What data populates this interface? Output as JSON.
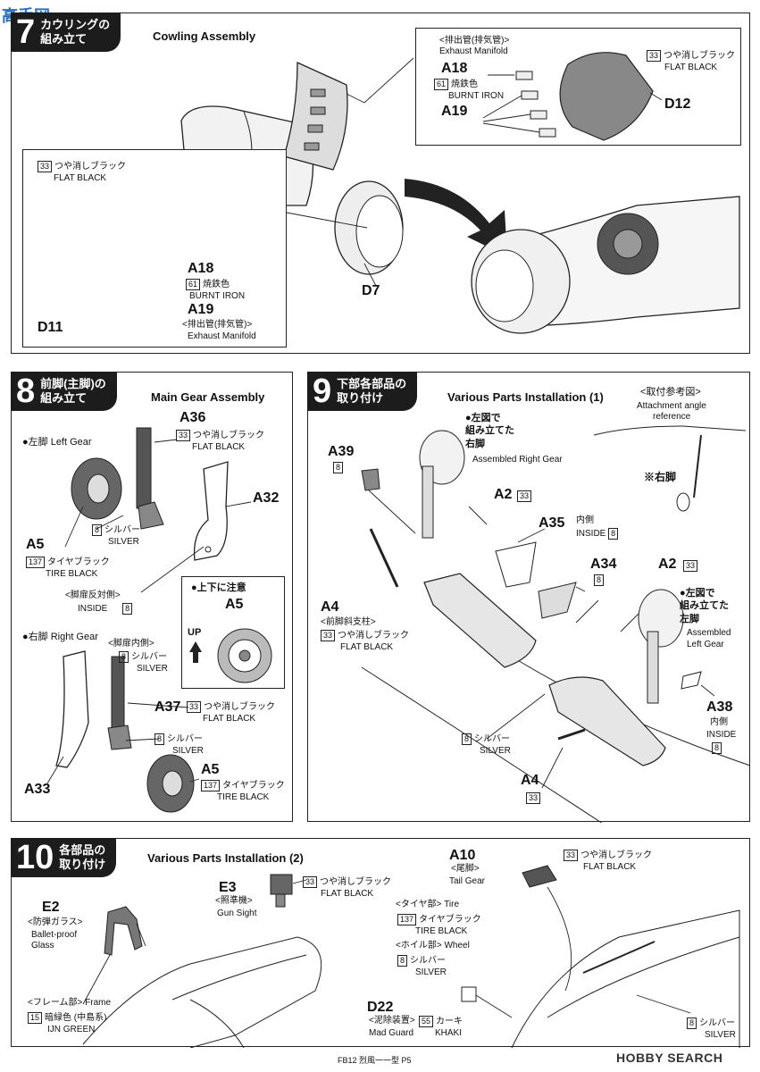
{
  "header": {
    "watermark": "高手网"
  },
  "step7": {
    "num": "7",
    "jp": [
      "カウリングの",
      "組み立て"
    ],
    "en": "Cowling Assembly",
    "right_callout": {
      "manifold_jp": "<排出管(排気管)>",
      "manifold_en": "Exhaust Manifold",
      "a18": "A18",
      "burnt_code": "61",
      "burnt_jp": "焼鉄色",
      "burnt_en": "BURNT IRON",
      "a19": "A19",
      "flat_code": "33",
      "flat_jp": "つや消しブラック",
      "flat_en": "FLAT BLACK",
      "d12": "D12"
    },
    "left_callout": {
      "flat_code": "33",
      "flat_jp": "つや消しブラック",
      "flat_en": "FLAT BLACK",
      "a18": "A18",
      "burnt_code": "61",
      "burnt_jp": "焼鉄色",
      "burnt_en": "BURNT IRON",
      "a19": "A19",
      "manifold_jp": "<排出管(排気管)>",
      "manifold_en": "Exhaust Manifold",
      "d11": "D11"
    },
    "d7": "D7"
  },
  "step8": {
    "num": "8",
    "jp": [
      "前脚(主脚)の",
      "組み立て"
    ],
    "en": "Main Gear Assembly",
    "left_gear": "●左脚 Left Gear",
    "right_gear": "●右脚 Right Gear",
    "a36": "A36",
    "a36_code": "33",
    "a36_jp": "つや消しブラック",
    "a36_en": "FLAT BLACK",
    "a32": "A32",
    "silver_code": "8",
    "silver_jp": "シルバー",
    "silver_en": "SILVER",
    "a5": "A5",
    "tire_code": "137",
    "tire_jp": "タイヤブラック",
    "tire_en": "TIRE BLACK",
    "door_jp": "<脚扉反対側>",
    "door_en": "INSIDE",
    "door_code": "8",
    "note_title": "●上下に注意",
    "note_part": "A5",
    "up": "UP",
    "door2_jp": "<脚扉内側>",
    "door2_code": "8",
    "door2_name": "シルバー",
    "door2_en": "SILVER",
    "a37": "A37",
    "a37_code": "33",
    "a37_jp": "つや消しブラック",
    "a37_en": "FLAT BLACK",
    "silver2_code": "8",
    "silver2_jp": "シルバー",
    "silver2_en": "SILVER",
    "a5b": "A5",
    "tire2_code": "137",
    "tire2_jp": "タイヤブラック",
    "tire2_en": "TIRE BLACK",
    "a33": "A33"
  },
  "step9": {
    "num": "9",
    "jp": [
      "下部各部品の",
      "取り付け"
    ],
    "en": "Various Parts Installation (1)",
    "ref_jp": "<取付参考図>",
    "ref_en1": "Attachment angle",
    "ref_en2": "reference",
    "right_leg": "※右脚",
    "right_assembled_jp": [
      "●左図で",
      "組み立てた",
      "右脚"
    ],
    "right_assembled_en": "Assembled Right Gear",
    "a39": "A39",
    "a39_code": "8",
    "a2": "A2",
    "a2_code": "33",
    "a35": "A35",
    "a35_jp": "内側",
    "a35_en": "INSIDE",
    "a35_code": "8",
    "a34": "A34",
    "a34_code": "8",
    "a2b": "A2",
    "a2b_code": "33",
    "left_assembled_jp": [
      "●左図で",
      "組み立てた",
      "左脚"
    ],
    "left_assembled_en": [
      "Assembled",
      "Left Gear"
    ],
    "a4": "A4",
    "a4_jp": "<前脚斜支柱>",
    "a4_code": "33",
    "a4_name": "つや消しブラック",
    "a4_en": "FLAT BLACK",
    "silver_code": "8",
    "silver_jp": "シルバー",
    "silver_en": "SILVER",
    "a38": "A38",
    "a38_jp": "内側",
    "a38_en": "INSIDE",
    "a38_code": "8",
    "a4b": "A4",
    "a4b_code": "33"
  },
  "step10": {
    "num": "10",
    "jp": [
      "各部品の",
      "取り付け"
    ],
    "en": "Various Parts Installation (2)",
    "e3": "E3",
    "e3_jp": "<照準機>",
    "e3_en": "Gun Sight",
    "e3_code": "33",
    "e3_name": "つや消しブラック",
    "e3_paint": "FLAT BLACK",
    "e2": "E2",
    "e2_jp": "<防弾ガラス>",
    "e2_en1": "Ballet-proof",
    "e2_en2": "Glass",
    "frame_jp": "<フレーム部>",
    "frame_en": "Frame",
    "frame_code": "15",
    "frame_name": "暗緑色 (中島系)",
    "frame_paint": "IJN GREEN",
    "a10": "A10",
    "a10_jp": "<尾脚>",
    "a10_en": "Tail Gear",
    "tail_code": "33",
    "tail_name": "つや消しブラック",
    "tail_paint": "FLAT BLACK",
    "tire_jp": "<タイヤ部>",
    "tire_en": "Tire",
    "tire_code": "137",
    "tire_name": "タイヤブラック",
    "tire_paint": "TIRE BLACK",
    "wheel_jp": "<ホイル部>",
    "wheel_en": "Wheel",
    "wheel_code": "8",
    "wheel_name": "シルバー",
    "wheel_paint": "SILVER",
    "d22": "D22",
    "d22_jp": "<泥除装置>",
    "d22_en": "Mad Guard",
    "d22_code": "55",
    "d22_name": "カーキ",
    "d22_paint": "KHAKI",
    "silver_code": "8",
    "silver_name": "シルバー",
    "silver_paint": "SILVER"
  },
  "footer": {
    "page": "FB12 烈風一一型 P5",
    "brand": "HOBBY SEARCH"
  }
}
